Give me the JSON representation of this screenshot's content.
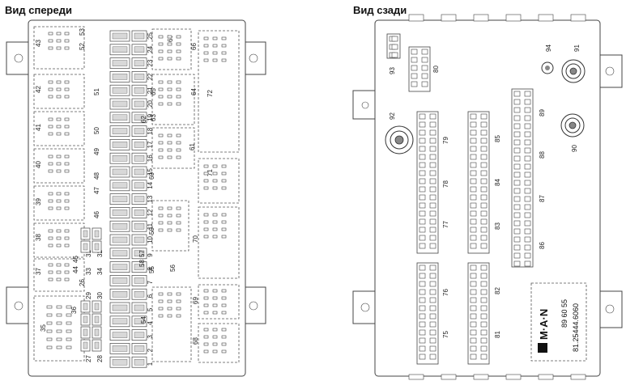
{
  "titles": {
    "front": "Вид спереди",
    "rear": "Вид сзади"
  },
  "front_labels": {
    "left_col": [
      "43",
      "42",
      "41",
      "40",
      "39",
      "38",
      "37"
    ],
    "mid_col": [
      "53",
      "52",
      "51",
      "50",
      "49",
      "48",
      "47",
      "46",
      "45",
      "44"
    ],
    "small": [
      "31",
      "32",
      "33",
      "34",
      "29",
      "30",
      "27",
      "28",
      "26",
      "36",
      "35"
    ],
    "right_col": [
      "67",
      "66",
      "65",
      "64",
      "63",
      "62",
      "61",
      "60",
      "59",
      "58",
      "57",
      "56",
      "55",
      "54",
      "69",
      "68",
      "70",
      "71",
      "72"
    ],
    "fuse_numbers": [
      "25",
      "24",
      "23",
      "22",
      "21",
      "20",
      "19",
      "18",
      "17",
      "16",
      "15",
      "14",
      "13",
      "12",
      "11",
      "10",
      "9",
      "8",
      "7",
      "6",
      "5",
      "4",
      "3",
      "2",
      "1"
    ]
  },
  "rear_labels": {
    "top": [
      "93",
      "80",
      "94",
      "91"
    ],
    "left_group": [
      "92",
      "79",
      "78",
      "77",
      "76",
      "75"
    ],
    "mid_group": [
      "85",
      "84",
      "83",
      "82",
      "81"
    ],
    "right_group": [
      "89",
      "88",
      "87",
      "86",
      "90"
    ]
  },
  "logo": {
    "brand": "M·A·N",
    "code1": "89 60 55",
    "code2": "81.25444.6060"
  },
  "icons": {
    "mount_tab": "mount-tab-icon",
    "round_terminal": "round-terminal-icon",
    "relay": "relay-icon",
    "fuse": "fuse-icon"
  }
}
